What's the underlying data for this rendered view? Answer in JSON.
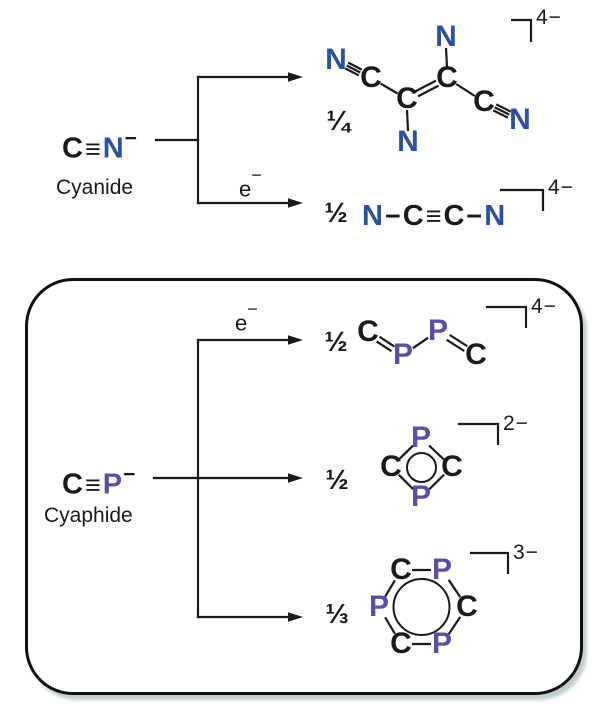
{
  "colors": {
    "carbon": "#1a1a1a",
    "nitrogen": "#2b50a5",
    "phosphorus": "#5b4ea6",
    "line": "#1a1a1a",
    "box_shadow": "#c3ced1",
    "background": "#ffffff"
  },
  "cyanide": {
    "formula": {
      "atom1": "C",
      "bond": "≡",
      "atom2": "N",
      "charge": "−"
    },
    "label": "Cyanide"
  },
  "cyaphide": {
    "formula": {
      "atom1": "C",
      "bond": "≡",
      "atom2": "P",
      "charge": "−"
    },
    "label": "Cyaphide"
  },
  "electron": {
    "base": "e",
    "sup": "−"
  },
  "products": {
    "tetracyanoethylene": {
      "fraction": "¼",
      "charge": "4−",
      "atoms": {
        "n1": "N",
        "c1": "C",
        "c2": "C",
        "n3": "N",
        "c3": "C",
        "n2": "N",
        "c4": "C",
        "n4": "N"
      }
    },
    "dicyanide": {
      "fraction": "½",
      "charge": "4−",
      "parts": {
        "n1": "N",
        "b1": "−",
        "c1": "C",
        "b2": "≡",
        "c2": "C",
        "b3": "−",
        "n2": "N"
      }
    },
    "diphosphabutadienediide": {
      "fraction": "½",
      "charge": "4−",
      "atoms": {
        "c1": "C",
        "p1": "P",
        "p2": "P",
        "c2": "C"
      }
    },
    "ring4": {
      "fraction": "½",
      "charge": "2−",
      "atoms": {
        "p_top": "P",
        "c_left": "C",
        "c_right": "C",
        "p_bottom": "P"
      }
    },
    "ring6": {
      "fraction": "⅓",
      "charge": "3−",
      "atoms": {
        "c_top": "C",
        "p_top": "P",
        "p_left": "P",
        "c_right": "C",
        "c_bottom": "C",
        "p_bottom": "P"
      }
    }
  }
}
